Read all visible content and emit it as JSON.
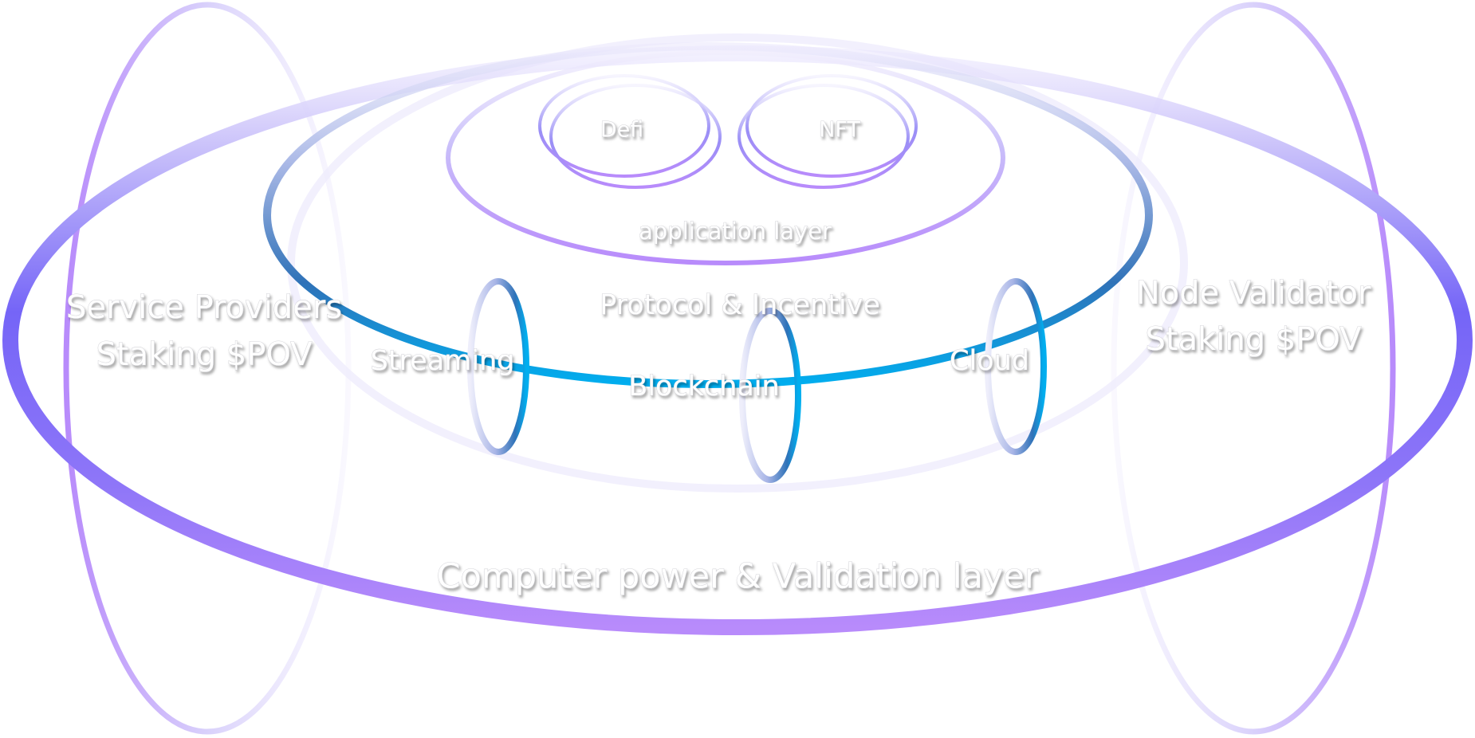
{
  "diagram": {
    "title": "",
    "labels": {
      "service_providers_line1": "Service Providers",
      "service_providers_line2": "Staking $POV",
      "node_validator_line1": "Node Validator",
      "node_validator_line2": "Staking $POV",
      "defi": "Defi",
      "nft": "NFT",
      "application_layer": "application layer",
      "protocol_incentive": "Protocol & Incentive",
      "streaming": "Streaming",
      "blockchain": "Blockchain",
      "cloud": "Cloud",
      "compute_validation_layer": "Computer power & Validation layer"
    },
    "layers": [
      {
        "name": "Computer power & Validation layer",
        "contains": [
          "Protocol & Incentive"
        ]
      },
      {
        "name": "Protocol & Incentive",
        "contains": [
          "application layer",
          "Streaming",
          "Blockchain",
          "Cloud"
        ]
      },
      {
        "name": "application layer",
        "contains": [
          "Defi",
          "NFT"
        ]
      }
    ],
    "stakeholders": [
      {
        "name": "Service Providers",
        "detail": "Staking $POV",
        "side": "left"
      },
      {
        "name": "Node Validator",
        "detail": "Staking $POV",
        "side": "right"
      }
    ],
    "colors": {
      "background": "#ffffff",
      "indigo": "#7565f7",
      "lavender": "#b88bfb",
      "lavender_faded": "#e2ddfb",
      "blue": "#00aeef",
      "steel_blue": "#2f72b8",
      "label_fill": "#ffffff",
      "label_outline": "#c9c9cf"
    }
  }
}
